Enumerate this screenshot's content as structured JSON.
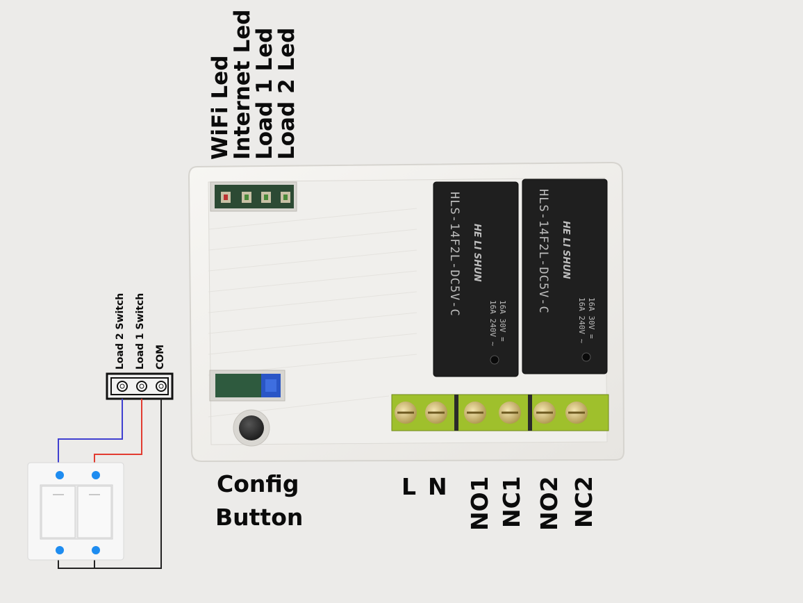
{
  "led_labels": {
    "wifi": "WiFi Led",
    "internet": "Internet Led",
    "load1": "Load 1 Led",
    "load2": "Load 2 Led"
  },
  "switch_terminal_labels": {
    "load2_switch": "Load 2 Switch",
    "load1_switch": "Load 1 Switch",
    "com": "COM"
  },
  "config_button": {
    "line1": "Config",
    "line2": "Button"
  },
  "terminal_labels": {
    "l": "L",
    "n": "N",
    "no1": "NO1",
    "nc1": "NC1",
    "no2": "NO2",
    "nc2": "NC2"
  },
  "relays": [
    {
      "model": "HLS-14F2L-DC5V-C",
      "brand": "HE LI SHUN",
      "rating_1": "16A 240V ~",
      "rating_2": "16A 30V ="
    },
    {
      "model": "HLS-14F2L-DC5V-C",
      "brand": "HE LI SHUN",
      "rating_1": "16A 240V ~",
      "rating_2": "16A 30V ="
    }
  ],
  "colors": {
    "background": "#ecebe9",
    "enclosure": "#f3f2ef",
    "relay_body": "#1f1f1f",
    "terminal_block": "#9fc02c",
    "terminal_screw": "#d8c27a",
    "wire_load2": "#3f3fd0",
    "wire_load1": "#e23b30",
    "wire_com": "#222222",
    "switch_dot": "#1e8cf0",
    "pcb_green": "#2e5a3e",
    "dip_blue": "#2a56c6"
  }
}
